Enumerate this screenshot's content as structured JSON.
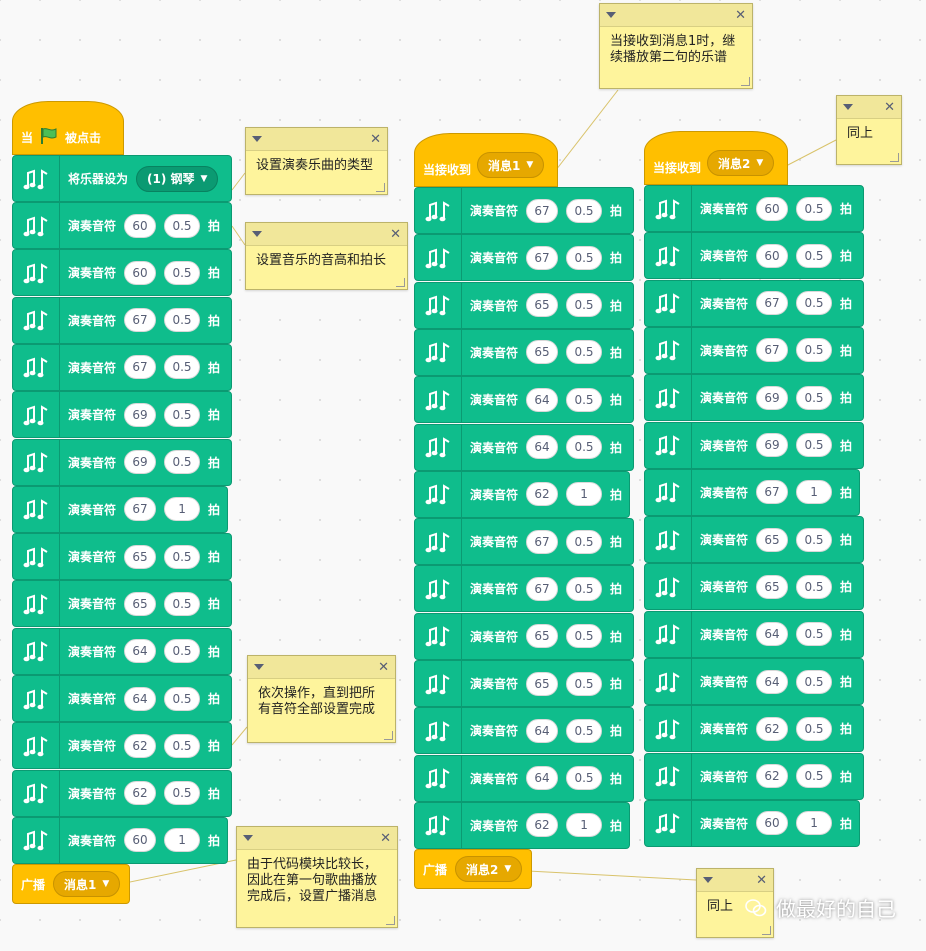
{
  "labels": {
    "play_note": "演奏音符",
    "beat": "拍",
    "when": "当",
    "clicked": "被点击",
    "set_instrument": "将乐器设为",
    "when_receive": "当接收到",
    "broadcast": "广播"
  },
  "instrument": "(1) 钢琴",
  "scripts": {
    "flag": {
      "notes": [
        [
          "60",
          "0.5"
        ],
        [
          "60",
          "0.5"
        ],
        [
          "67",
          "0.5"
        ],
        [
          "67",
          "0.5"
        ],
        [
          "69",
          "0.5"
        ],
        [
          "69",
          "0.5"
        ],
        [
          "67",
          "1"
        ],
        [
          "65",
          "0.5"
        ],
        [
          "65",
          "0.5"
        ],
        [
          "64",
          "0.5"
        ],
        [
          "64",
          "0.5"
        ],
        [
          "62",
          "0.5"
        ],
        [
          "62",
          "0.5"
        ],
        [
          "60",
          "1"
        ]
      ],
      "broadcast": "消息1"
    },
    "msg1": {
      "receive": "消息1",
      "notes": [
        [
          "67",
          "0.5"
        ],
        [
          "67",
          "0.5"
        ],
        [
          "65",
          "0.5"
        ],
        [
          "65",
          "0.5"
        ],
        [
          "64",
          "0.5"
        ],
        [
          "64",
          "0.5"
        ],
        [
          "62",
          "1"
        ],
        [
          "67",
          "0.5"
        ],
        [
          "67",
          "0.5"
        ],
        [
          "65",
          "0.5"
        ],
        [
          "65",
          "0.5"
        ],
        [
          "64",
          "0.5"
        ],
        [
          "64",
          "0.5"
        ],
        [
          "62",
          "1"
        ]
      ],
      "broadcast": "消息2"
    },
    "msg2": {
      "receive": "消息2",
      "notes": [
        [
          "60",
          "0.5"
        ],
        [
          "60",
          "0.5"
        ],
        [
          "67",
          "0.5"
        ],
        [
          "67",
          "0.5"
        ],
        [
          "69",
          "0.5"
        ],
        [
          "69",
          "0.5"
        ],
        [
          "67",
          "1"
        ],
        [
          "65",
          "0.5"
        ],
        [
          "65",
          "0.5"
        ],
        [
          "64",
          "0.5"
        ],
        [
          "64",
          "0.5"
        ],
        [
          "62",
          "0.5"
        ],
        [
          "62",
          "0.5"
        ],
        [
          "60",
          "1"
        ]
      ]
    }
  },
  "comments": {
    "c1": "当接收到消息1时，继续播放第二句的乐谱",
    "c2": "同上",
    "c3": "设置演奏乐曲的类型",
    "c4": "设置音乐的音高和拍长",
    "c5": "依次操作，直到把所有音符全部设置完成",
    "c6": "由于代码模块比较长，因此在第一句歌曲播放完成后，设置广播消息",
    "c7": "同上"
  },
  "watermark": "做最好的自己",
  "colors": {
    "sound_block": "#0fbd8c",
    "event_block": "#ffbf00",
    "comment": "#fef49c",
    "flag": "#4cbf56"
  }
}
